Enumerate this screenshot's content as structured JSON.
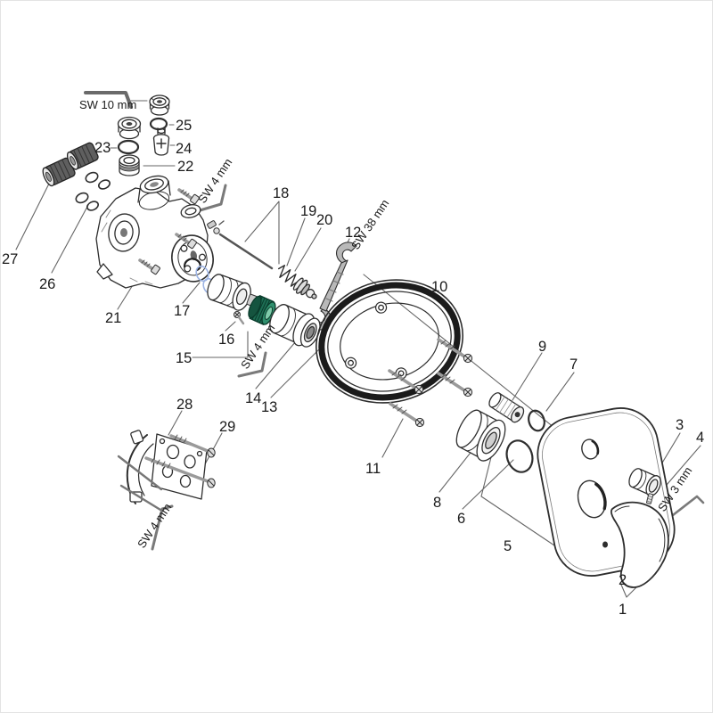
{
  "diagram": {
    "type": "exploded-parts-diagram",
    "background": "#ffffff",
    "line_color": "#2e2e2e",
    "leader_color": "#666666",
    "accent_green": "#1d6e54",
    "accent_green_light": "#7fccab",
    "accent_blue": "#9db4e4"
  },
  "labels": {
    "p1": "1",
    "p2": "2",
    "p3": "3",
    "p4": "4",
    "p5": "5",
    "p6": "6",
    "p7": "7",
    "p8": "8",
    "p9": "9",
    "p10": "10",
    "p11": "11",
    "p12": "12",
    "p13": "13",
    "p14": "14",
    "p15": "15",
    "p16": "16",
    "p17": "17",
    "p18": "18",
    "p19": "19",
    "p20": "20",
    "p21": "21",
    "p22": "22",
    "p23": "23",
    "p24": "24",
    "p25": "25",
    "p26": "26",
    "p27": "27",
    "p28": "28",
    "p29": "29"
  },
  "tools": {
    "sw10": "SW 10 mm",
    "sw4": "SW 4 mm",
    "sw38": "SW 38 mm",
    "sw3": "SW 3 mm"
  }
}
